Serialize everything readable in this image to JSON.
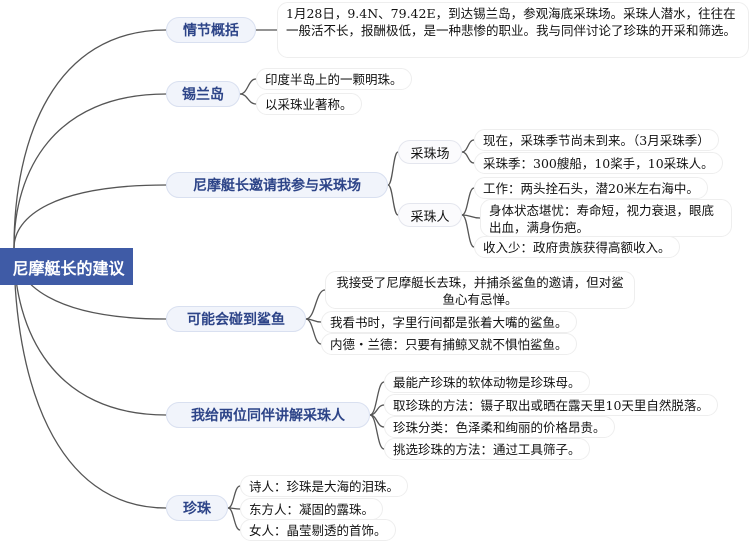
{
  "root": "尼摩艇长的建议",
  "colors": {
    "root_fill": "#3f5ba6",
    "branch_text": "#2d4488",
    "line": "#555555"
  },
  "branches": [
    {
      "label": "情节概括",
      "items": [
        "1月28日，9.4N、79.42E，到达锡兰岛，参观海底采珠场。采珠人潜水，往往在一般活不长，报酬极低，是一种悲惨的职业。我与同伴讨论了珍珠的开采和筛选。"
      ]
    },
    {
      "label": "锡兰岛",
      "items": [
        "印度半岛上的一颗明珠。",
        "以采珠业著称。"
      ]
    },
    {
      "label": "尼摩艇长邀请我参与采珠场",
      "subs": [
        {
          "label": "采珠场",
          "items": [
            "现在，采珠季节尚未到来。（3月采珠季）",
            "采珠季：300艘船，10桨手，10采珠人。"
          ]
        },
        {
          "label": "采珠人",
          "items": [
            "工作：两头拴石头，潜20米左右海中。",
            "身体状态堪忧：寿命短，视力衰退，眼底出血，满身伤疤。",
            "收入少：政府贵族获得高额收入。"
          ]
        }
      ]
    },
    {
      "label": "可能会碰到鲨鱼",
      "items": [
        "我接受了尼摩艇长去珠，并捕杀鲨鱼的邀请，但对鲨鱼心有忌惮。",
        "我看书时，字里行间都是张着大嘴的鲨鱼。",
        "内德・兰德：只要有捕鲸叉就不惧怕鲨鱼。"
      ]
    },
    {
      "label": "我给两位同伴讲解采珠人",
      "items": [
        "最能产珍珠的软体动物是珍珠母。",
        "取珍珠的方法：镊子取出或晒在露天里10天里自然脱落。",
        "珍珠分类：色泽柔和绚丽的价格昂贵。",
        "挑选珍珠的方法：通过工具筛子。"
      ]
    },
    {
      "label": "珍珠",
      "items": [
        "诗人：珍珠是大海的泪珠。",
        "东方人：凝固的露珠。",
        "女人：晶莹剔透的首饰。"
      ]
    }
  ]
}
